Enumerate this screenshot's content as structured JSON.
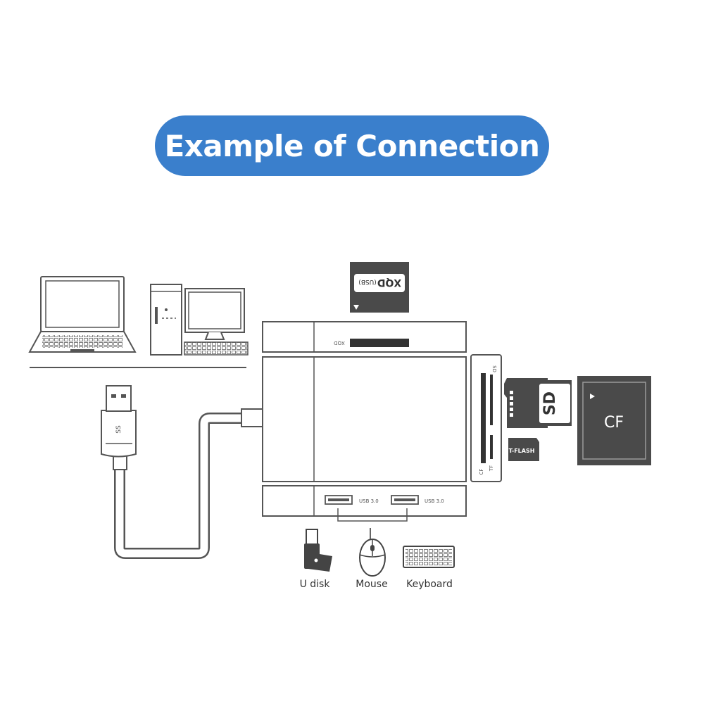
{
  "title": "Example of Connection",
  "hub": {
    "xqd_slot_label": "XQD",
    "sd_slot_label": "SD",
    "cf_slot_label": "CF",
    "tf_slot_label": "TF",
    "usb_port_1_label": "USB 3.0",
    "usb_port_2_label": "USB 3.0"
  },
  "cards": {
    "xqd_label": "XQD",
    "xqd_sub": "(USB)",
    "sd_label": "SD",
    "tflash_label": "T-FLASH",
    "cf_label": "CF"
  },
  "cable": {
    "usb_logo": "SS"
  },
  "devices": {
    "udisk_label": "U disk",
    "mouse_label": "Mouse",
    "keyboard_label": "Keyboard"
  },
  "colors": {
    "pill": "#3a7fcc",
    "line": "#555555",
    "card": "#4a4a4a"
  }
}
